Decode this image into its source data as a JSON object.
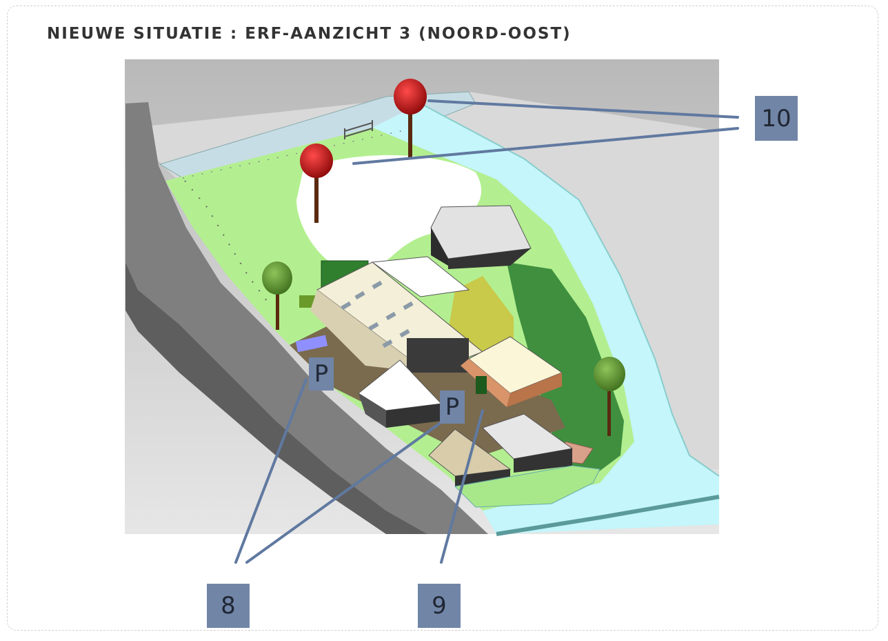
{
  "page": {
    "title": "NIEUWE SITUATIE : ERF-AANZICHT 3 (NOORD-OOST)"
  },
  "callouts": {
    "c10": "10",
    "c8": "8",
    "c9": "9"
  },
  "parking": {
    "p1": "P",
    "p2": "P"
  },
  "colors": {
    "callout_fill": "#7185a7",
    "road": "#7f7f7f",
    "grass_light": "#b3ef90",
    "grass_dark": "#3f8f3f",
    "water": "#c4f6fb",
    "tree_red": "#b01010",
    "tree_green": "#5e9a30"
  }
}
